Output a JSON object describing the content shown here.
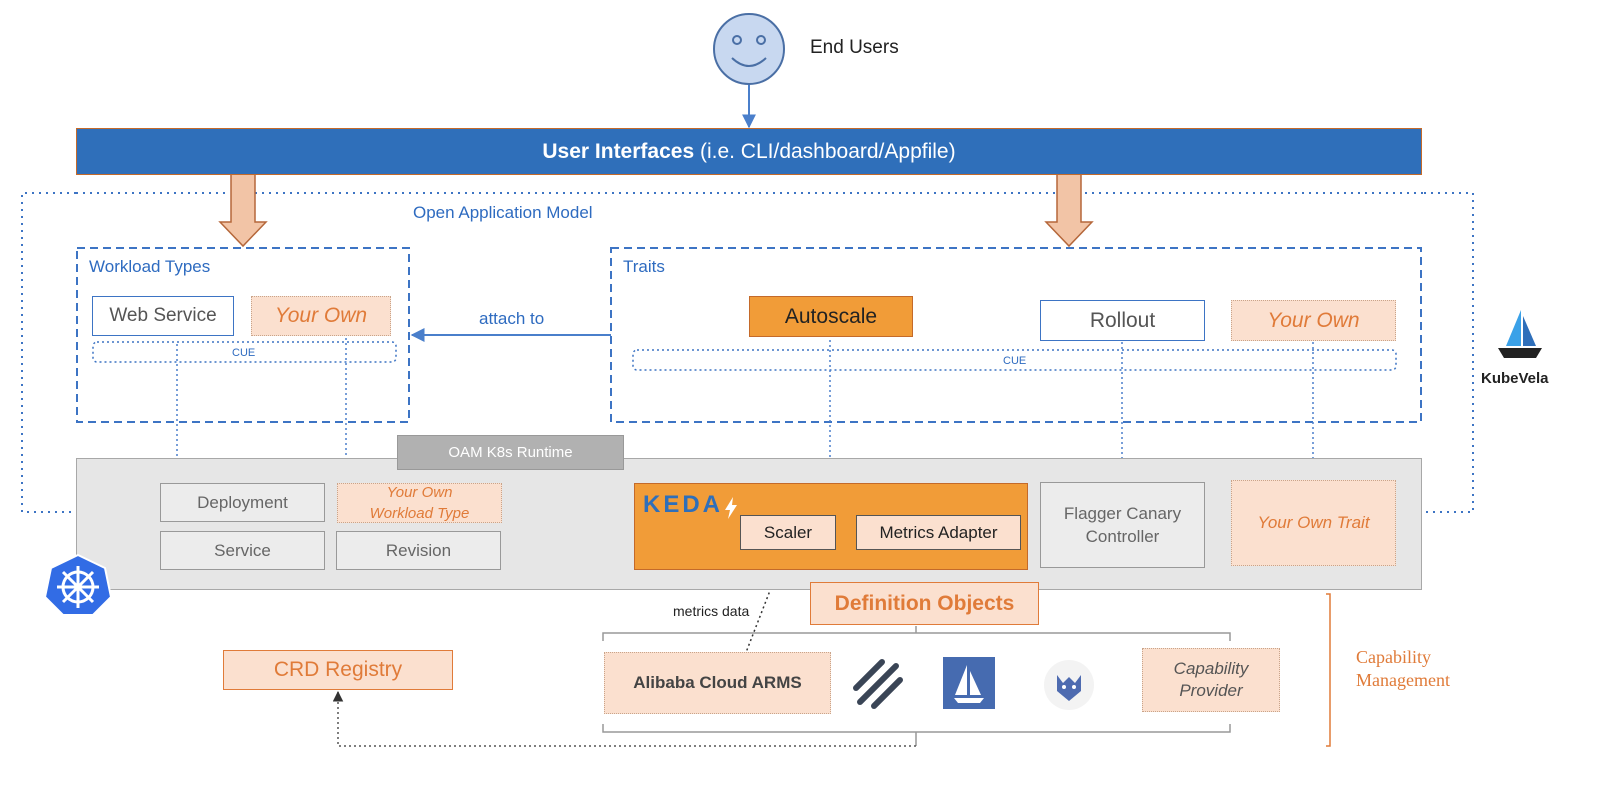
{
  "end_users": {
    "label": "End Users"
  },
  "user_interfaces": {
    "bold": "User Interfaces",
    "rest": " (i.e. CLI/dashboard/Appfile)"
  },
  "oam": {
    "label": "Open Application Model"
  },
  "workload_types": {
    "title": "Workload Types",
    "web_service": "Web Service",
    "your_own": "Your Own",
    "cue": "CUE"
  },
  "attach_to": "attach to",
  "traits": {
    "title": "Traits",
    "autoscale": "Autoscale",
    "rollout": "Rollout",
    "your_own": "Your Own",
    "cue": "CUE"
  },
  "kubevela": {
    "label": "KubeVela"
  },
  "runtime": {
    "tab": "OAM K8s Runtime",
    "deployment": "Deployment",
    "your_own_workload_line1": "Your Own",
    "your_own_workload_line2": "Workload Type",
    "service": "Service",
    "revision": "Revision",
    "keda_logo": "KEDA",
    "scaler": "Scaler",
    "metrics_adapter": "Metrics Adapter",
    "flagger_line1": "Flagger Canary",
    "flagger_line2": "Controller",
    "your_own_trait": "Your Own Trait"
  },
  "metrics_data": "metrics data",
  "definition_objects": "Definition Objects",
  "crd_registry": "CRD Registry",
  "providers": {
    "alibaba": "Alibaba Cloud ARMS",
    "capability_line1": "Capability",
    "capability_line2": "Provider"
  },
  "capability_management": {
    "line1": "Capability",
    "line2": "Management"
  },
  "colors": {
    "ui_bar": "#2f6fba",
    "oam_blue": "#2e6bc0",
    "autoscale": "#f19c38",
    "keda_bg": "#f19c38",
    "peach": "#fbe0cf",
    "runtime_bg": "#e6e6e6",
    "orange_text": "#e07b39",
    "k8s_blue": "#326ce5"
  }
}
